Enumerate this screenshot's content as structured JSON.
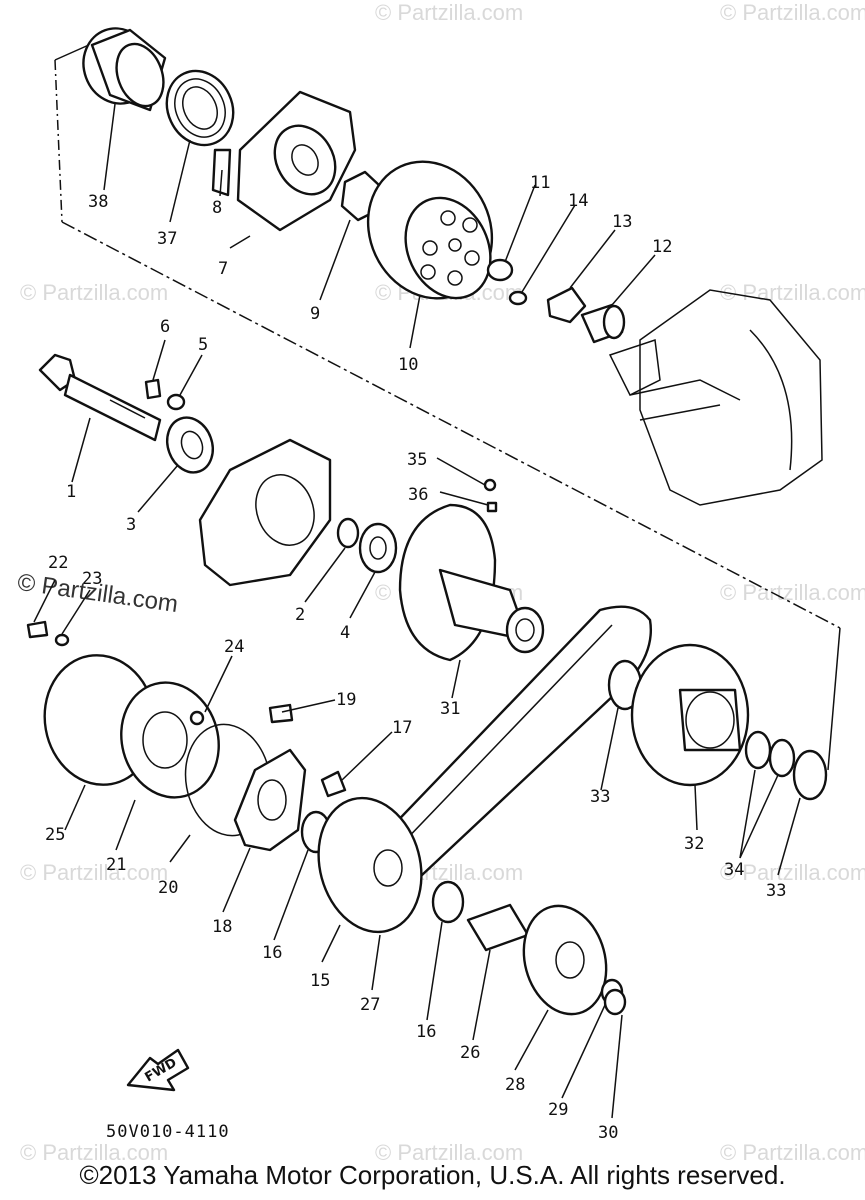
{
  "watermark": "© Partzilla.com",
  "watermark_strong": "© Partzilla.com",
  "reference_code": "50V010-4110",
  "fwd_label": "FWD",
  "copyright": "©2013 Yamaha Motor Corporation, U.S.A. All rights reserved.",
  "callouts": [
    "38",
    "37",
    "8",
    "7",
    "9",
    "10",
    "11",
    "14",
    "13",
    "12",
    "6",
    "5",
    "1",
    "3",
    "35",
    "36",
    "2",
    "4",
    "31",
    "22",
    "23",
    "24",
    "25",
    "21",
    "20",
    "19",
    "17",
    "18",
    "16",
    "15",
    "27",
    "16",
    "26",
    "28",
    "29",
    "30",
    "33",
    "32",
    "34",
    "33"
  ]
}
